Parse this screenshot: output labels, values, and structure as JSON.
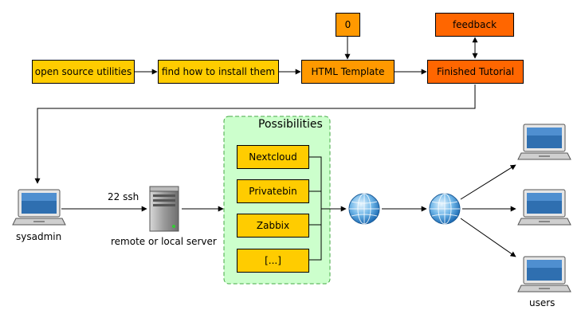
{
  "flow": {
    "open_source": "open source utilities",
    "find_install": "find how to install them",
    "html_template": "HTML Template",
    "finished_tutorial": "Finished Tutorial",
    "zero": "0",
    "feedback": "feedback"
  },
  "possibilities": {
    "title": "Possibilities",
    "items": [
      "Nextcloud",
      "Privatebin",
      "Zabbix",
      "[...]"
    ]
  },
  "labels": {
    "sysadmin": "sysadmin",
    "ssh": "22 ssh",
    "server": "remote or local server",
    "users": "users"
  },
  "colors": {
    "yellow": "#ffcc00",
    "orange": "#ff9900",
    "red_orange": "#ff6600",
    "possibilities_bg": "#ccffcc",
    "possibilities_border": "#44aa44"
  },
  "icons": [
    "laptop-icon",
    "server-icon",
    "globe-icon"
  ]
}
